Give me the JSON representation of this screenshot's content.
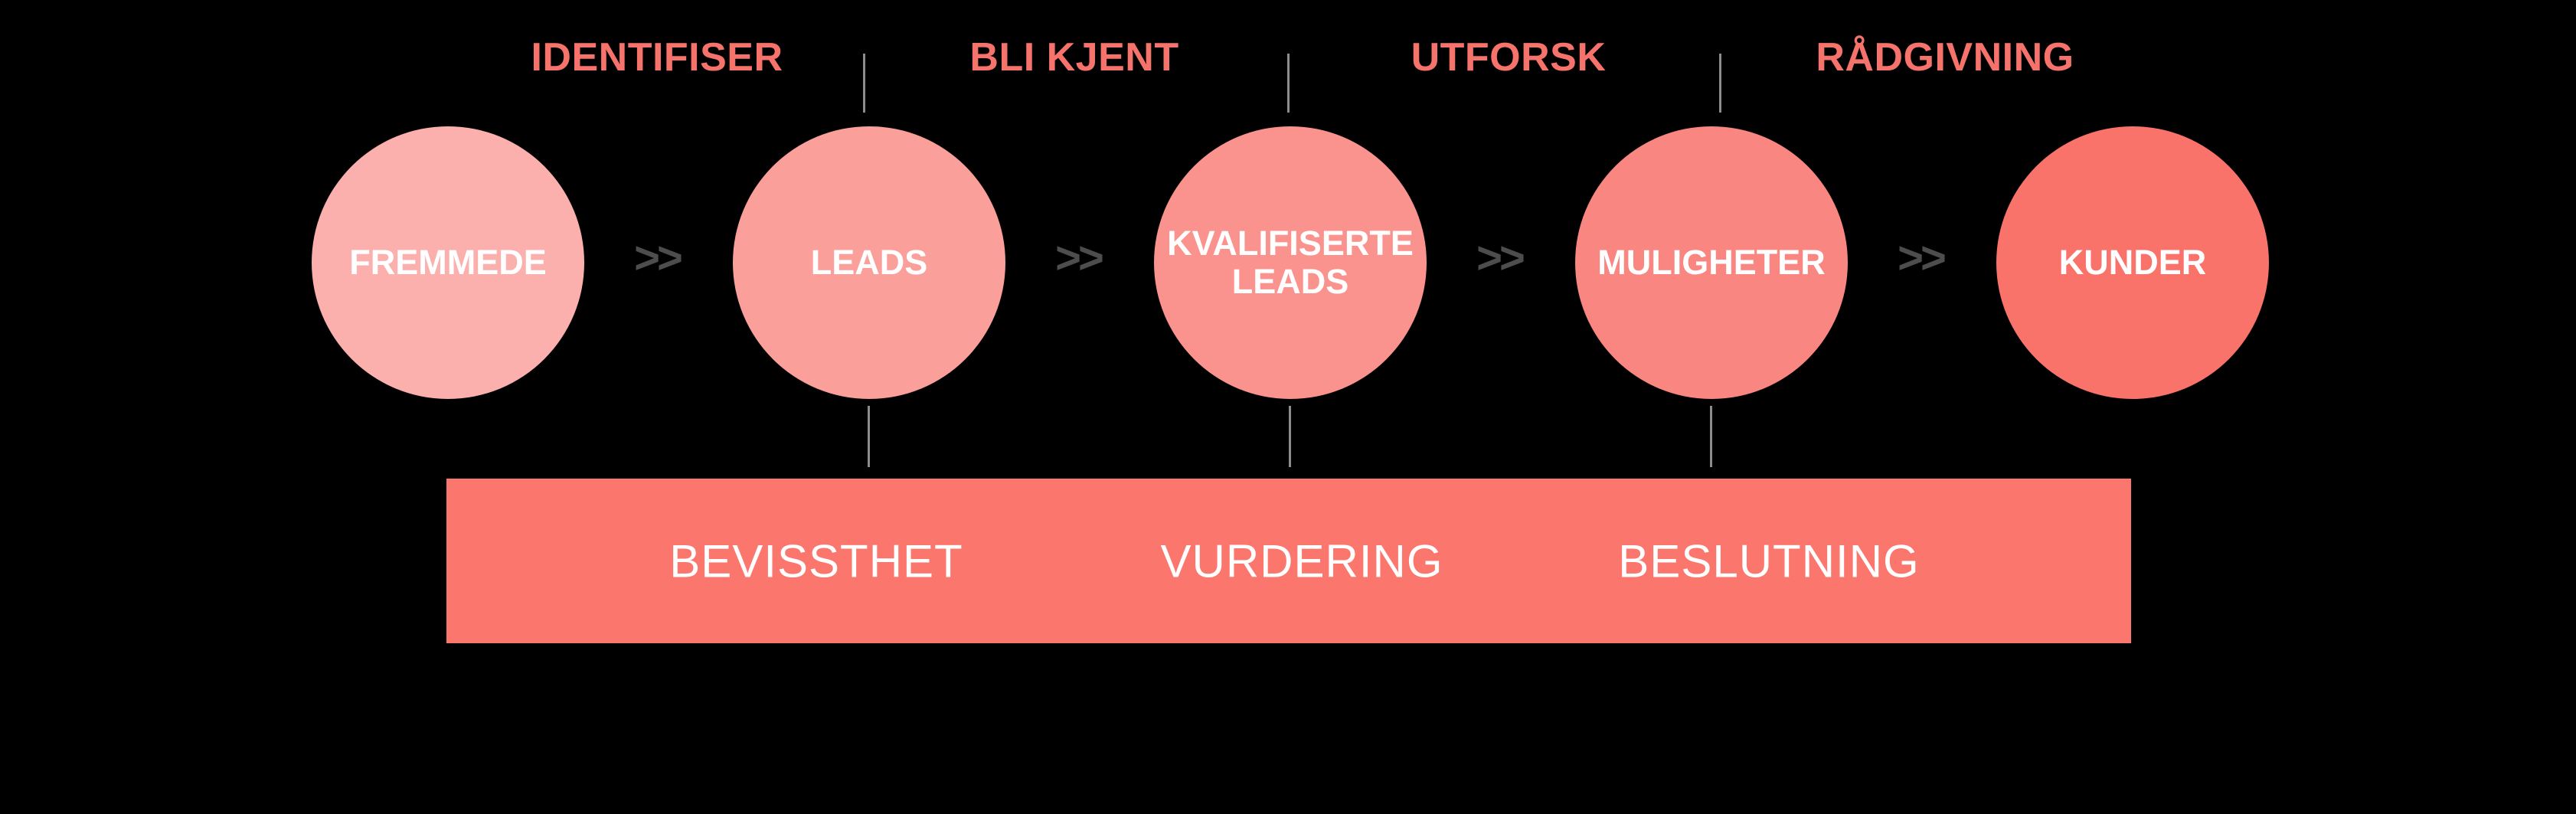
{
  "canvas": {
    "background": "#000000"
  },
  "phases": {
    "label_color": "#F6736C",
    "items": [
      {
        "label": "IDENTIFISER"
      },
      {
        "label": "BLI KJENT"
      },
      {
        "label": "UTFORSK"
      },
      {
        "label": "RÅDGIVNING"
      }
    ]
  },
  "stages": {
    "text_color": "#FFFFFF",
    "items": [
      {
        "label": "FREMMEDE",
        "color": "#FBB0AD"
      },
      {
        "label": "LEADS",
        "color": "#FA9F9A"
      },
      {
        "label": "KVALIFISERTE LEADS",
        "color": "#FA938E"
      },
      {
        "label": "MULIGHETER",
        "color": "#F98680"
      },
      {
        "label": "KUNDER",
        "color": "#F9736B"
      }
    ]
  },
  "arrows": {
    "glyph": ">>",
    "color": "#4D4D4D"
  },
  "connectors": {
    "color": "#8C8C8C"
  },
  "funnel": {
    "bar_color": "#FB766D",
    "text_color": "#FFFFFF",
    "steps": [
      {
        "label": "BEVISSTHET"
      },
      {
        "label": "VURDERING"
      },
      {
        "label": "BESLUTNING"
      }
    ]
  }
}
